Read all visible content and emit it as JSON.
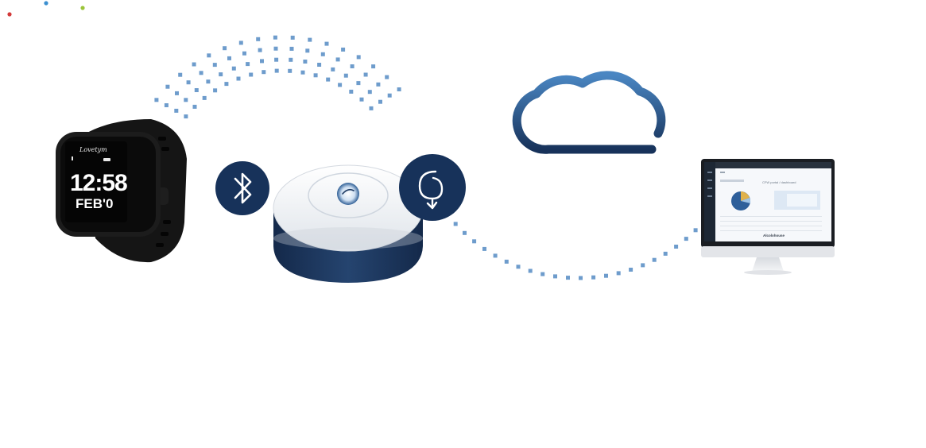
{
  "watch": {
    "brand": "Lovetym",
    "time": "12:58",
    "date": "FEB'0"
  },
  "monitor": {
    "window_title": "",
    "header_text": "CFW portal / dashboard",
    "footer_brand": "Alcolohouse"
  },
  "icons": {
    "bluetooth": "bluetooth-icon",
    "cellular": "signal-loop-icon",
    "cloud": "cloud-icon"
  },
  "colors": {
    "navy": "#17325a",
    "dots": "#6e9ccc",
    "cloud_top": "#3f7ab8",
    "cloud_bottom": "#17325a",
    "hub_top": "#f2f4f7",
    "hub_base": "#1d3a63",
    "accent_red": "#d33a3a",
    "accent_blue": "#3b8fd0",
    "accent_green": "#9bc43a"
  }
}
